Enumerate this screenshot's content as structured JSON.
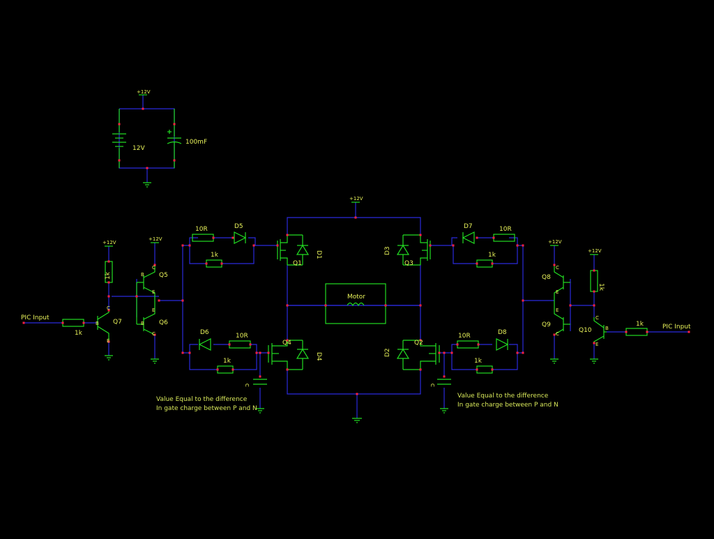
{
  "colors": {
    "background": "#000000",
    "wire": "#2a2adc",
    "component": "#22dd22",
    "junction": "#ff2040",
    "label": "#e8f25a"
  },
  "labels": {
    "supply_top": "+12V",
    "battery": "12V",
    "capacitor_main": "100mF",
    "supply_bridge": "+12V",
    "supply_q7": "+12V",
    "supply_q5": "+12V",
    "supply_q8": "+12V",
    "supply_q10": "+12V",
    "pic_left": "PIC Input",
    "pic_right": "PIC Input",
    "r_left_in": "1k",
    "r_left_pull": "1k",
    "r_right_in": "1k",
    "r_right_pull": "1k",
    "q7": "Q7",
    "q5": "Q5",
    "q6": "Q6",
    "q8": "Q8",
    "q9": "Q9",
    "q10": "Q10",
    "r_ul_10r": "10R",
    "d5": "D5",
    "r_ul_1k": "1k",
    "d6": "D6",
    "r_ll_10r": "10R",
    "r_ll_1k": "1k",
    "r_ur_10r": "10R",
    "d7": "D7",
    "r_ur_1k": "1k",
    "r_lr_10r": "10R",
    "d8": "D8",
    "r_lr_1k": "1k",
    "q1": "Q1",
    "d1": "D1",
    "q3": "Q3",
    "d3": "D3",
    "q4": "Q4",
    "d4": "D4",
    "q2": "Q2",
    "d2": "D2",
    "motor": "Motor",
    "c_left": "C",
    "c_right": "C",
    "note_left_1": "Value Equal to the difference",
    "note_left_2": "In gate charge between P and N",
    "note_right_1": "Value Equal to the difference",
    "note_right_2": "In gate charge between P and N",
    "pin_b": "B",
    "pin_c": "C",
    "pin_e": "E"
  }
}
